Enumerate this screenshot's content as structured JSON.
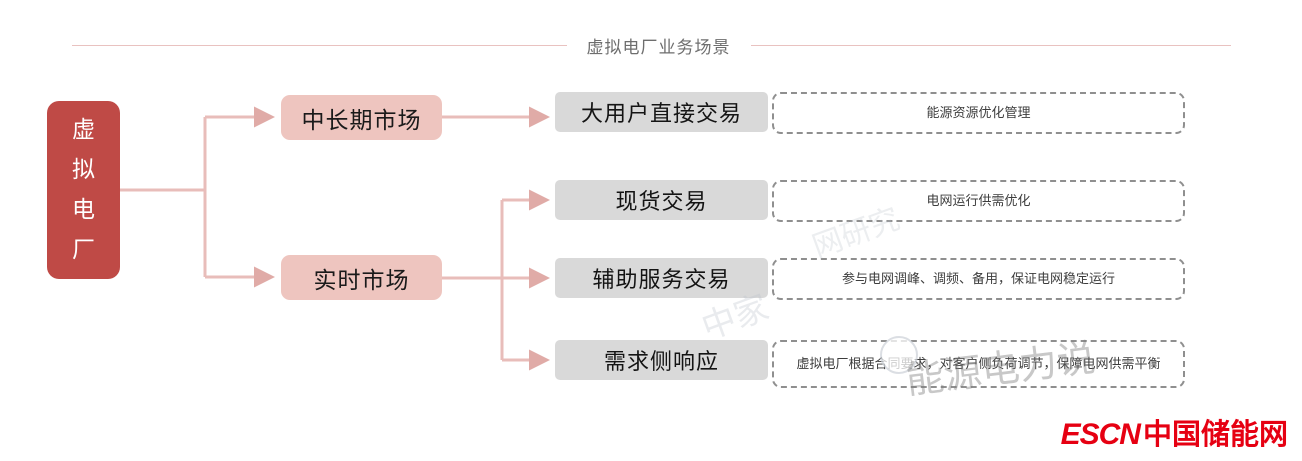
{
  "title": "虚拟电厂业务场景",
  "root": {
    "label": "虚拟电厂",
    "chars": [
      "虚",
      "拟",
      "电",
      "厂"
    ],
    "color": "#bf4a46"
  },
  "markets": [
    {
      "label": "中长期市场"
    },
    {
      "label": "实时市场"
    }
  ],
  "products": [
    {
      "label": "大用户直接交易"
    },
    {
      "label": "现货交易"
    },
    {
      "label": "辅助服务交易"
    },
    {
      "label": "需求侧响应"
    }
  ],
  "descriptions": [
    {
      "text": "能源资源优化管理"
    },
    {
      "text": "电网运行供需优化"
    },
    {
      "text": "参与电网调峰、调频、备用，保证电网稳定运行"
    },
    {
      "text": "虚拟电厂根据合同要求，对客户侧负荷调节，保障电网供需平衡"
    }
  ],
  "watermarks": {
    "diagonal_a": "中家",
    "diagonal_b": "网研究",
    "brand": "能源电力说"
  },
  "logo": {
    "escn": "ESCN",
    "cn": "中国储能网",
    "color": "#e60012"
  },
  "colors": {
    "accent_red": "#bf4a46",
    "market_pink": "#eec5bf",
    "product_gray": "#d9d9d9",
    "connector": "#e8bdba",
    "dash_border": "#8f8f8f",
    "title_rule": "#e9c2c0"
  }
}
